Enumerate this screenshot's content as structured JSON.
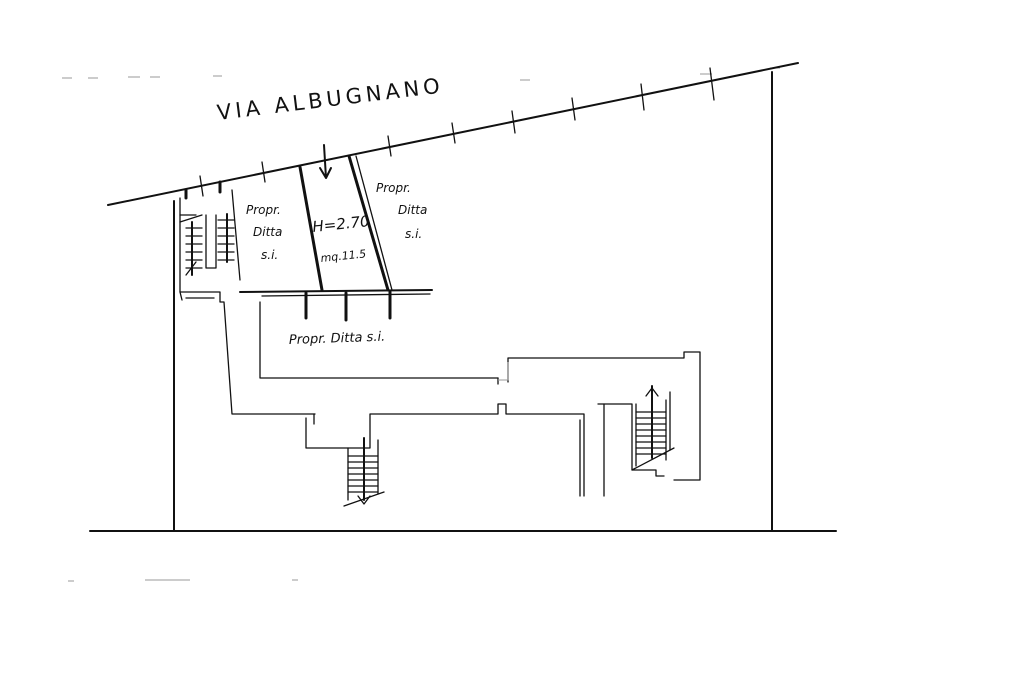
{
  "street": {
    "name": "VIA  ALBUGNANO"
  },
  "labels": {
    "prop_left_1": "Propr.",
    "prop_left_2": "Ditta",
    "prop_left_3": "s.i.",
    "height": "H=2.70",
    "area": "mq.11.5",
    "prop_right_1": "Propr.",
    "prop_right_2": "Ditta",
    "prop_right_3": "s.i.",
    "prop_bottom": "Propr. Ditta s.i."
  },
  "colors": {
    "ink": "#111111",
    "paper": "#ffffff"
  }
}
